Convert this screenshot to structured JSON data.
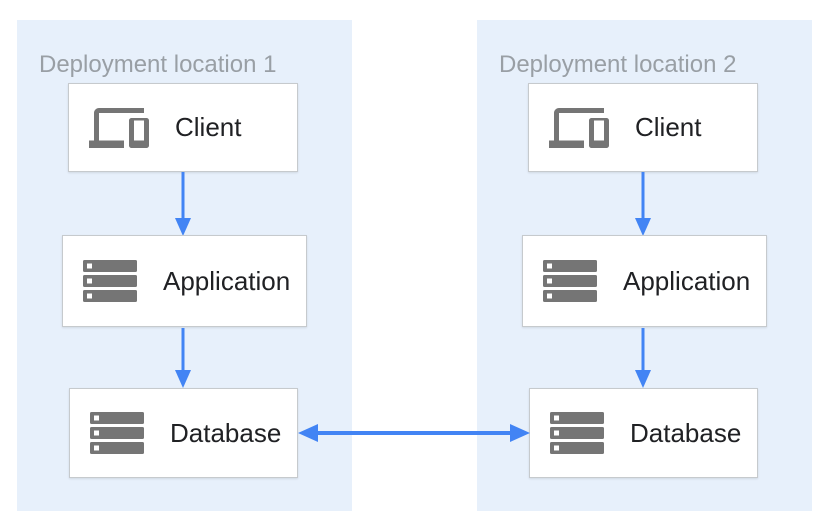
{
  "diagram": {
    "panels": [
      {
        "title": "Deployment location 1",
        "nodes": [
          {
            "label": "Client",
            "icon": "devices-icon"
          },
          {
            "label": "Application",
            "icon": "server-stack-icon"
          },
          {
            "label": "Database",
            "icon": "server-stack-icon"
          }
        ]
      },
      {
        "title": "Deployment location 2",
        "nodes": [
          {
            "label": "Client",
            "icon": "devices-icon"
          },
          {
            "label": "Application",
            "icon": "server-stack-icon"
          },
          {
            "label": "Database",
            "icon": "server-stack-icon"
          }
        ]
      }
    ],
    "connections": [
      {
        "panel": "Deployment location 1",
        "from": "Client",
        "to": "Application",
        "direction": "down"
      },
      {
        "panel": "Deployment location 1",
        "from": "Application",
        "to": "Database",
        "direction": "down"
      },
      {
        "panel": "Deployment location 2",
        "from": "Client",
        "to": "Application",
        "direction": "down"
      },
      {
        "panel": "Deployment location 2",
        "from": "Application",
        "to": "Database",
        "direction": "down"
      },
      {
        "from": "Database (Deployment location 1)",
        "to": "Database (Deployment location 2)",
        "direction": "bidirectional"
      }
    ],
    "colors": {
      "panel_background": "#E7F0FB",
      "node_background": "#FFFFFF",
      "node_border": "#C6CACD",
      "arrow_blue": "#4284F4",
      "icon_gray": "#757575",
      "title_text": "#999FA5",
      "label_text": "#202124"
    }
  }
}
